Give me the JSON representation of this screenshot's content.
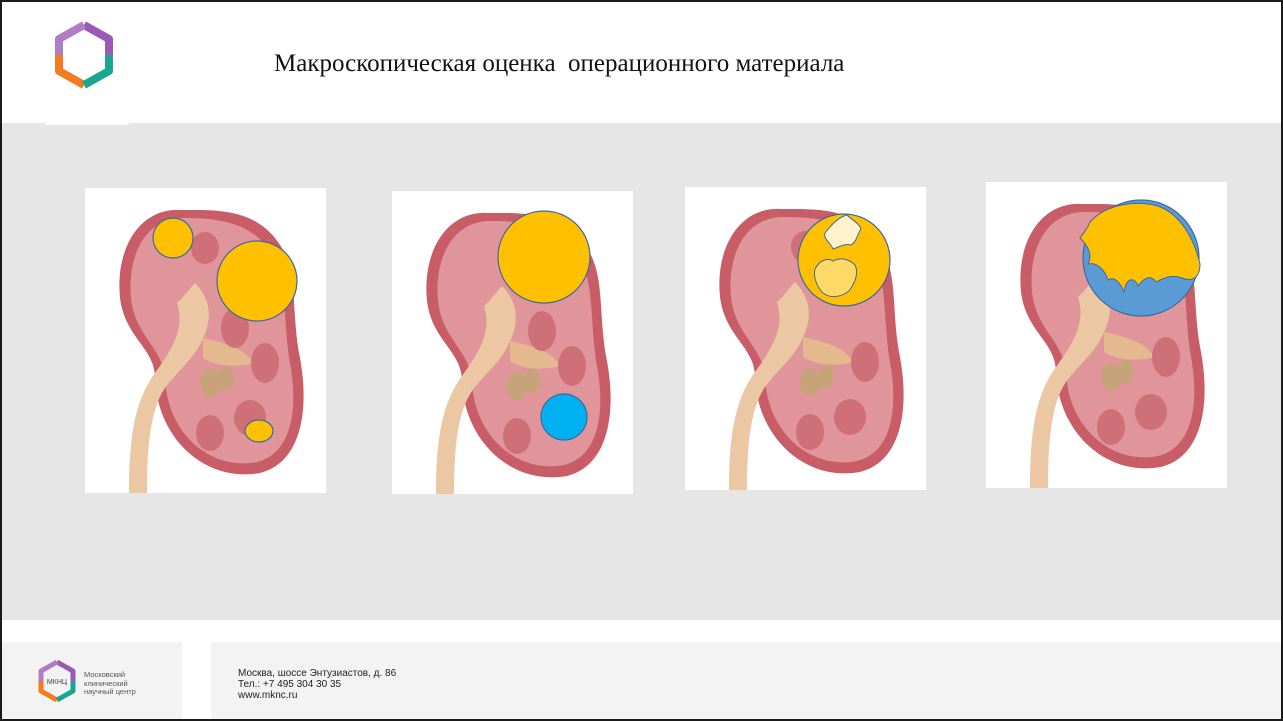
{
  "slide": {
    "title": "Макроскопическая оценка  операционного материала"
  },
  "footer": {
    "logo_abbr": "МКНЦ",
    "org_name_lines": [
      "Московский",
      "клинический",
      "научный центр"
    ],
    "address": "Москва, шоссе Энтузиастов, д. 86",
    "phone": "Тел.: +7 495 304 30 35",
    "website": "www.mknc.ru"
  },
  "colors": {
    "tumor_orange": "#ffc000",
    "tumor_blue_bright": "#00b0f0",
    "tumor_blue": "#5b9bd5",
    "necrosis_pale": "#fff2cc",
    "necrosis_yellow": "#ffd966",
    "kidney_cortex": "#d97f84",
    "kidney_pelvis": "#ebc7a3",
    "logo_purple": "#9b59b6",
    "logo_orange": "#f47b20",
    "logo_teal": "#1aa68f"
  },
  "figures": [
    {
      "id": 1,
      "lesions": [
        "small-orange-upper",
        "large-orange-upper-right",
        "small-orange-lower"
      ]
    },
    {
      "id": 2,
      "lesions": [
        "large-orange-upper",
        "blue-lower"
      ]
    },
    {
      "id": 3,
      "lesions": [
        "orange-with-pale-necrosis"
      ]
    },
    {
      "id": 4,
      "lesions": [
        "blue-with-orange-infiltration"
      ]
    }
  ]
}
